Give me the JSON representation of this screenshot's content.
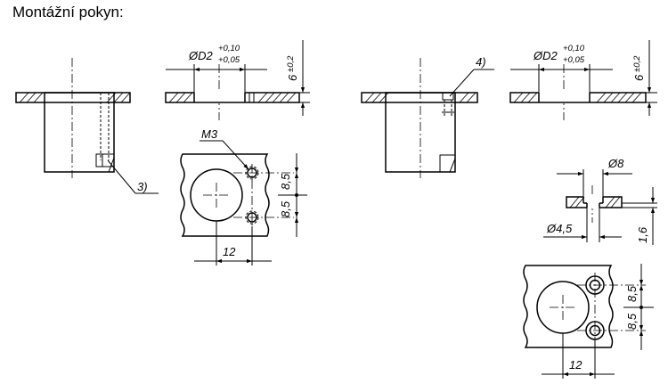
{
  "title": "Montážní pokyn:",
  "labels": {
    "dia_d2": "ØD2",
    "tol_upper": "+0,10",
    "tol_lower": "+0,05",
    "depth": "6",
    "depth_tol": "±0,2",
    "thread": "M3",
    "callout_3": "3)",
    "callout_4": "4)",
    "spacing_a": "8,5",
    "spacing_b": "8,5",
    "width_12": "12",
    "dia_8": "Ø8",
    "dia_4_5": "Ø4,5",
    "depth_1_6": "1,6"
  }
}
